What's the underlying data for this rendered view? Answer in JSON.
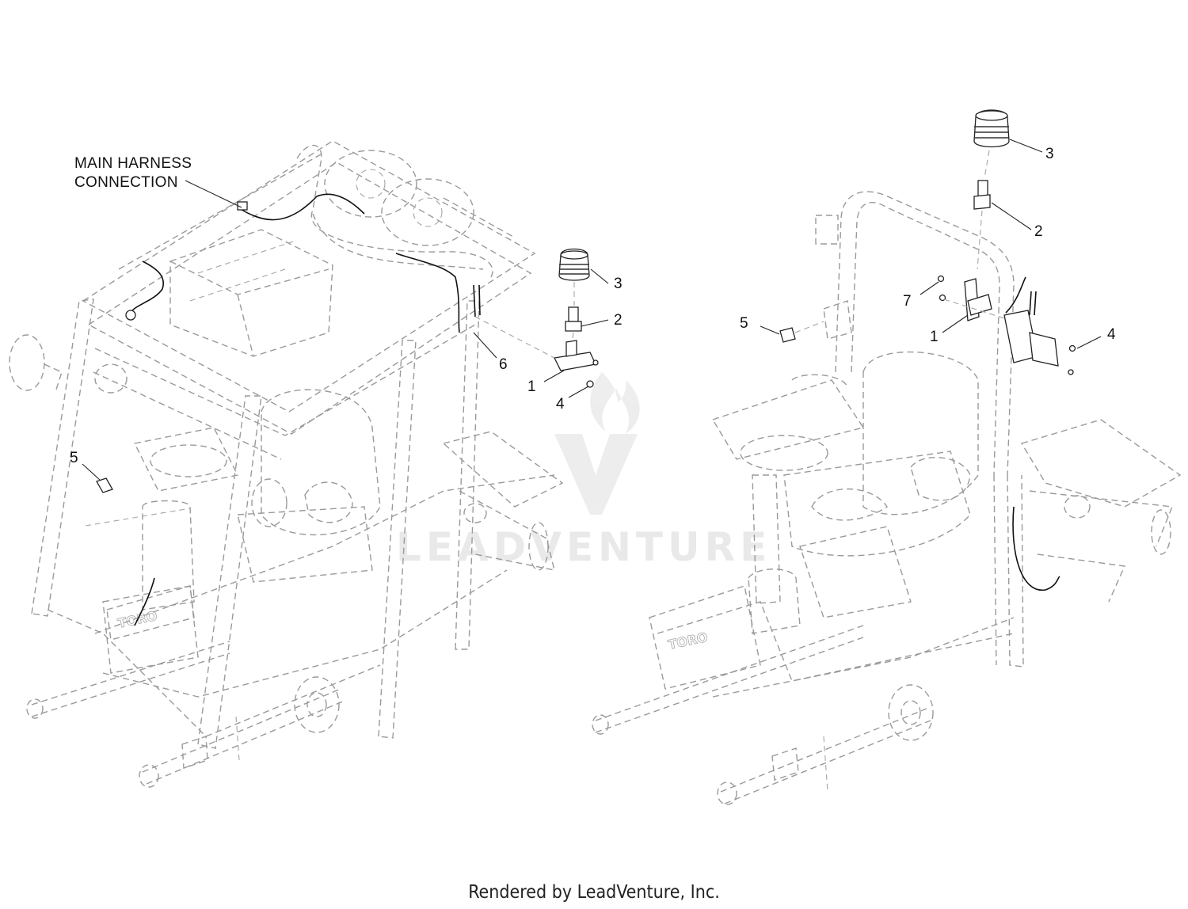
{
  "diagram": {
    "harness_label_line1": "MAIN HARNESS",
    "harness_label_line2": "CONNECTION",
    "left_callouts": [
      "1",
      "2",
      "3",
      "4",
      "5",
      "6"
    ],
    "right_callouts": [
      "1",
      "2",
      "3",
      "4",
      "5",
      "7"
    ],
    "watermark_text": "LEADVENTURE",
    "footer_text": "Rendered by LeadVenture, Inc."
  },
  "colors": {
    "line": "#222222",
    "dashed_outline": "#9a9a9a",
    "watermark": "#e9e9e9",
    "background": "#ffffff"
  },
  "icons": {
    "watermark_logo": "flame-v-logo-icon",
    "beacon_light": "beacon-light-icon",
    "mount_bracket": "mount-bracket-icon",
    "switch": "rocker-switch-icon"
  }
}
